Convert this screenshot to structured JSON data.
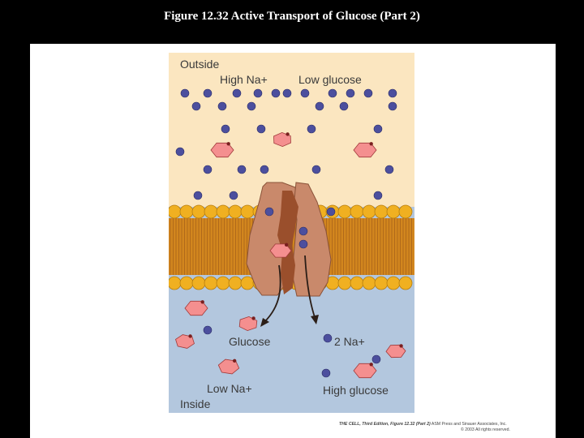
{
  "slide_title": "Figure 12.32  Active Transport of Glucose (Part 2)",
  "labels": {
    "outside": "Outside",
    "high_na": "High Na+",
    "low_glucose": "Low glucose",
    "glucose": "Glucose",
    "two_na": "2 Na+",
    "low_na": "Low Na+",
    "high_glucose": "High glucose",
    "inside": "Inside"
  },
  "credit": {
    "line1_book": "THE CELL, Third Edition,",
    "line1_fig": "Figure 12.32 (Part 2)",
    "line1_pub": "ASM Press and Sinauer Associates, Inc.",
    "line2": "© 2003 All rights reserved."
  },
  "colors": {
    "outside_bg": "#fbe6c0",
    "inside_bg": "#b3c7de",
    "lipid_head": "#f0b021",
    "lipid_tail": "#d2861e",
    "protein": "#c9896b",
    "protein_channel": "#9a4f2c",
    "sodium": "#4c4f9e",
    "glucose_fill": "#f48f8f",
    "glucose_stroke": "#a03a3a"
  }
}
